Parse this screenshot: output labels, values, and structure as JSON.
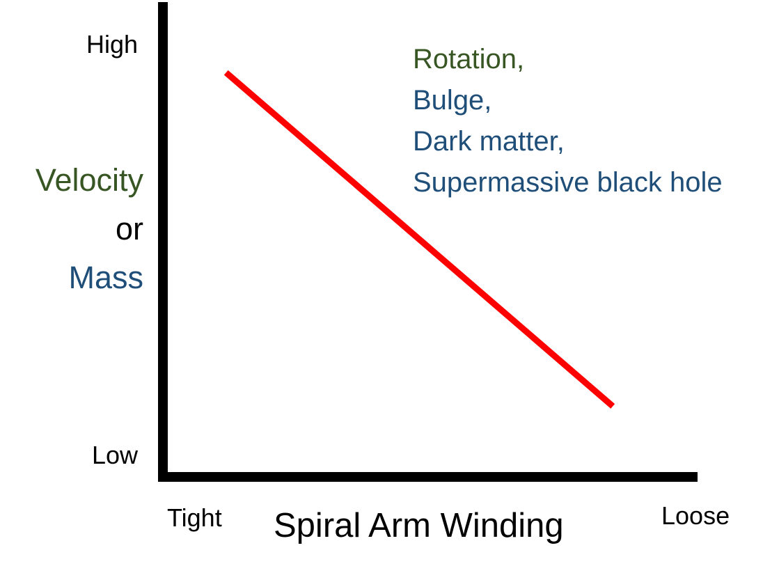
{
  "colors": {
    "background": "#FFFFFF",
    "axis_black": "#000000",
    "text_black": "#000000",
    "text_green": "#375623",
    "text_blue": "#1F4E79",
    "line_red": "#FF0000"
  },
  "chart_data": {
    "type": "line",
    "title": "",
    "xlabel": "Spiral Arm Winding",
    "ylabel_lines": [
      {
        "text": "Velocity",
        "color": "#375623"
      },
      {
        "text": "or",
        "color": "#000000"
      },
      {
        "text": "Mass",
        "color": "#1F4E79"
      }
    ],
    "x_tick_labels": [
      "Tight",
      "Loose"
    ],
    "y_tick_labels": [
      "High",
      "Low"
    ],
    "grid": false,
    "legend": false,
    "axes_style": {
      "color": "#000000",
      "thickness_px": 14
    },
    "series": [
      {
        "name": "winding-vs-velocity-mass-trend",
        "color": "#FF0000",
        "stroke_width": 9,
        "points": [
          [
            0.11,
            0.85
          ],
          [
            0.84,
            0.14
          ]
        ],
        "description": "Straight declining red line: tight spiral arm winding corresponds to high velocity/mass, loose winding to low."
      }
    ],
    "annotation": {
      "lines": [
        {
          "text": "Rotation,",
          "color": "#375623"
        },
        {
          "text": "Bulge,",
          "color": "#1F4E79"
        },
        {
          "text": "Dark matter,",
          "color": "#1F4E79"
        },
        {
          "text": "Supermassive black hole",
          "color": "#1F4E79"
        }
      ]
    }
  }
}
